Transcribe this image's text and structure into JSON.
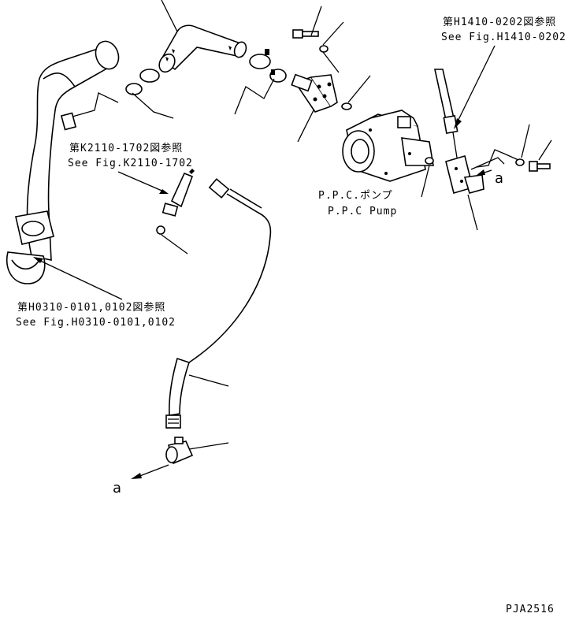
{
  "references": {
    "top_right_jp": "第H1410-0202図参照",
    "top_right_en": "See Fig.H1410-0202",
    "middle_jp": "第K2110-1702図参照",
    "middle_en": "See Fig.K2110-1702",
    "bottom_left_jp": "第H0310-0101,0102図参照",
    "bottom_left_en": "See Fig.H0310-0101,0102"
  },
  "pump_label": {
    "jp": "P.P.C.ポンプ",
    "en": "P.P.C Pump"
  },
  "callouts": {
    "a_right": "a",
    "a_bottom": "a"
  },
  "drawing_id": "PJA2516"
}
